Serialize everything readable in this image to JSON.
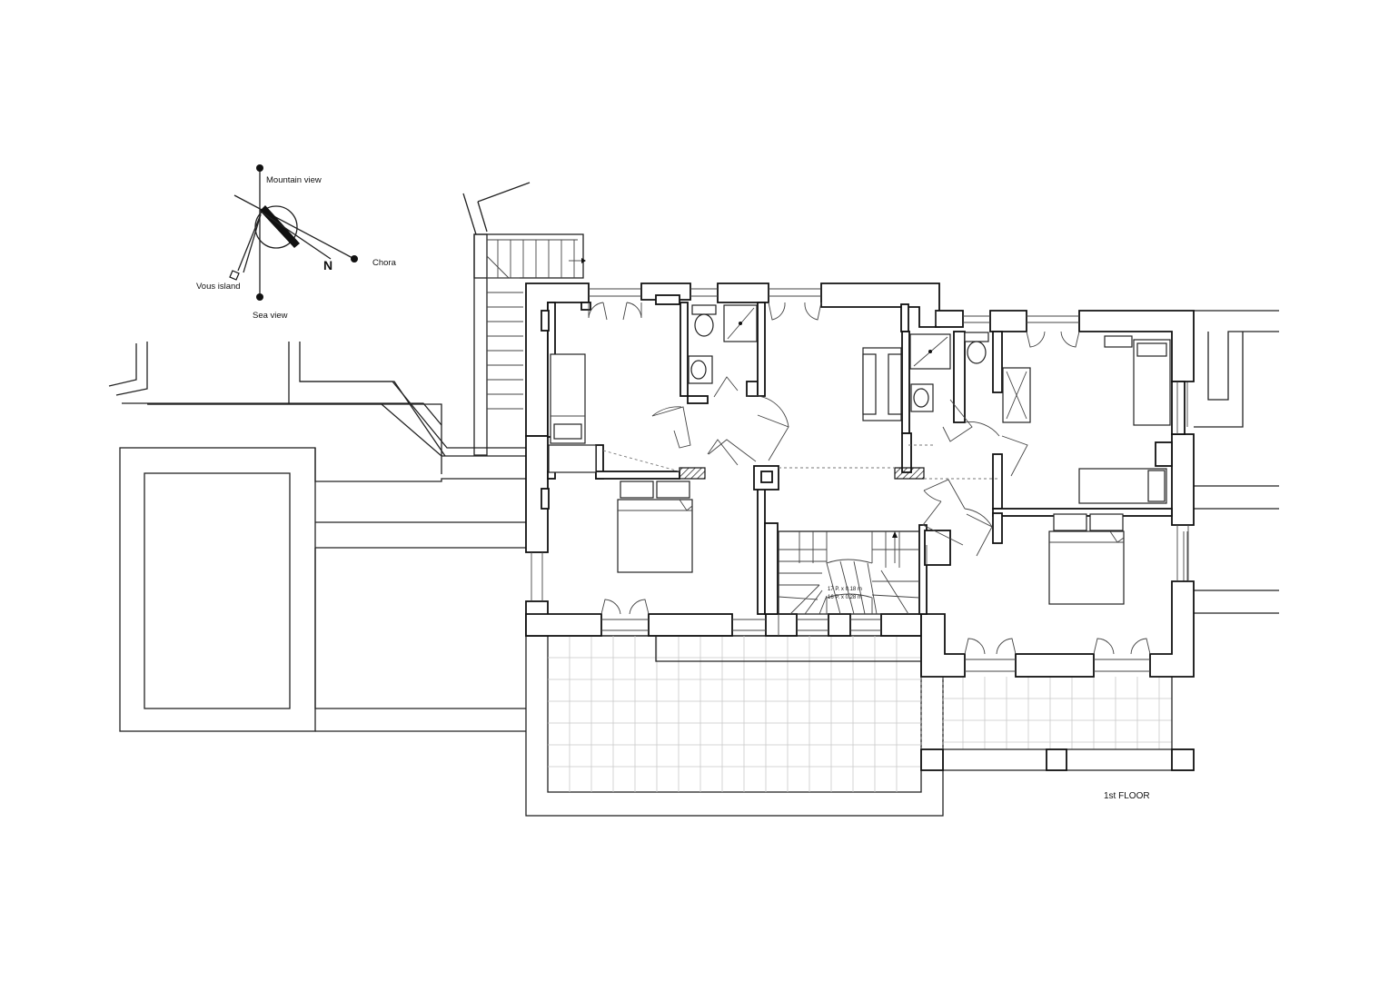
{
  "compass": {
    "north_label": "N",
    "mountain_view": "Mountain view",
    "chora": "Chora",
    "vous_island": "Vous island",
    "sea_view": "Sea view"
  },
  "stairs": {
    "line1": "17 P. x 0.18 m",
    "line2": "16 P. x 0.28 m"
  },
  "floor_label": "1st FLOOR"
}
